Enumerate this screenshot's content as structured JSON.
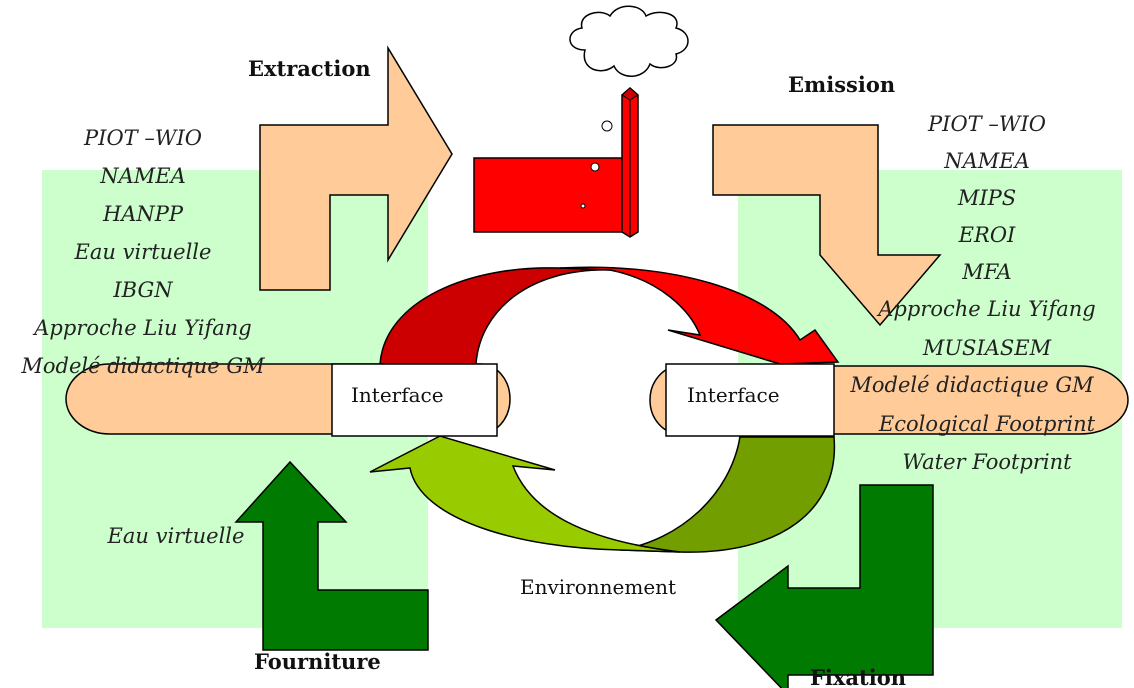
{
  "labels": {
    "extraction": "Extraction",
    "emission": "Emission",
    "fourniture": "Fourniture",
    "fixation": "Fixation",
    "interface_left": "Interface",
    "interface_right": "Interface",
    "environnement": "Environnement"
  },
  "left_list": [
    "PIOT –WIO",
    "NAMEA",
    "HANPP",
    "Eau virtuelle",
    "IBGN",
    "Approche Liu Yifang",
    "Modelé didactique GM"
  ],
  "bottom_left_list": [
    "Eau virtuelle"
  ],
  "right_list": [
    "PIOT –WIO",
    "NAMEA",
    "MIPS",
    "EROI",
    "MFA",
    "Approche Liu Yifang",
    "MUSIASEM",
    "Modelé didactique GM",
    "Ecological Footprint",
    "Water Footprint"
  ],
  "colors": {
    "green_panel": "#ccffcc",
    "peach": "#ffcc99",
    "dark_green": "#007a00",
    "red": "#ff0000",
    "dark_red": "#cc0000",
    "lime": "#99cc00",
    "olive": "#739e00"
  },
  "icons": [
    "factory-icon",
    "cloud-icon"
  ]
}
